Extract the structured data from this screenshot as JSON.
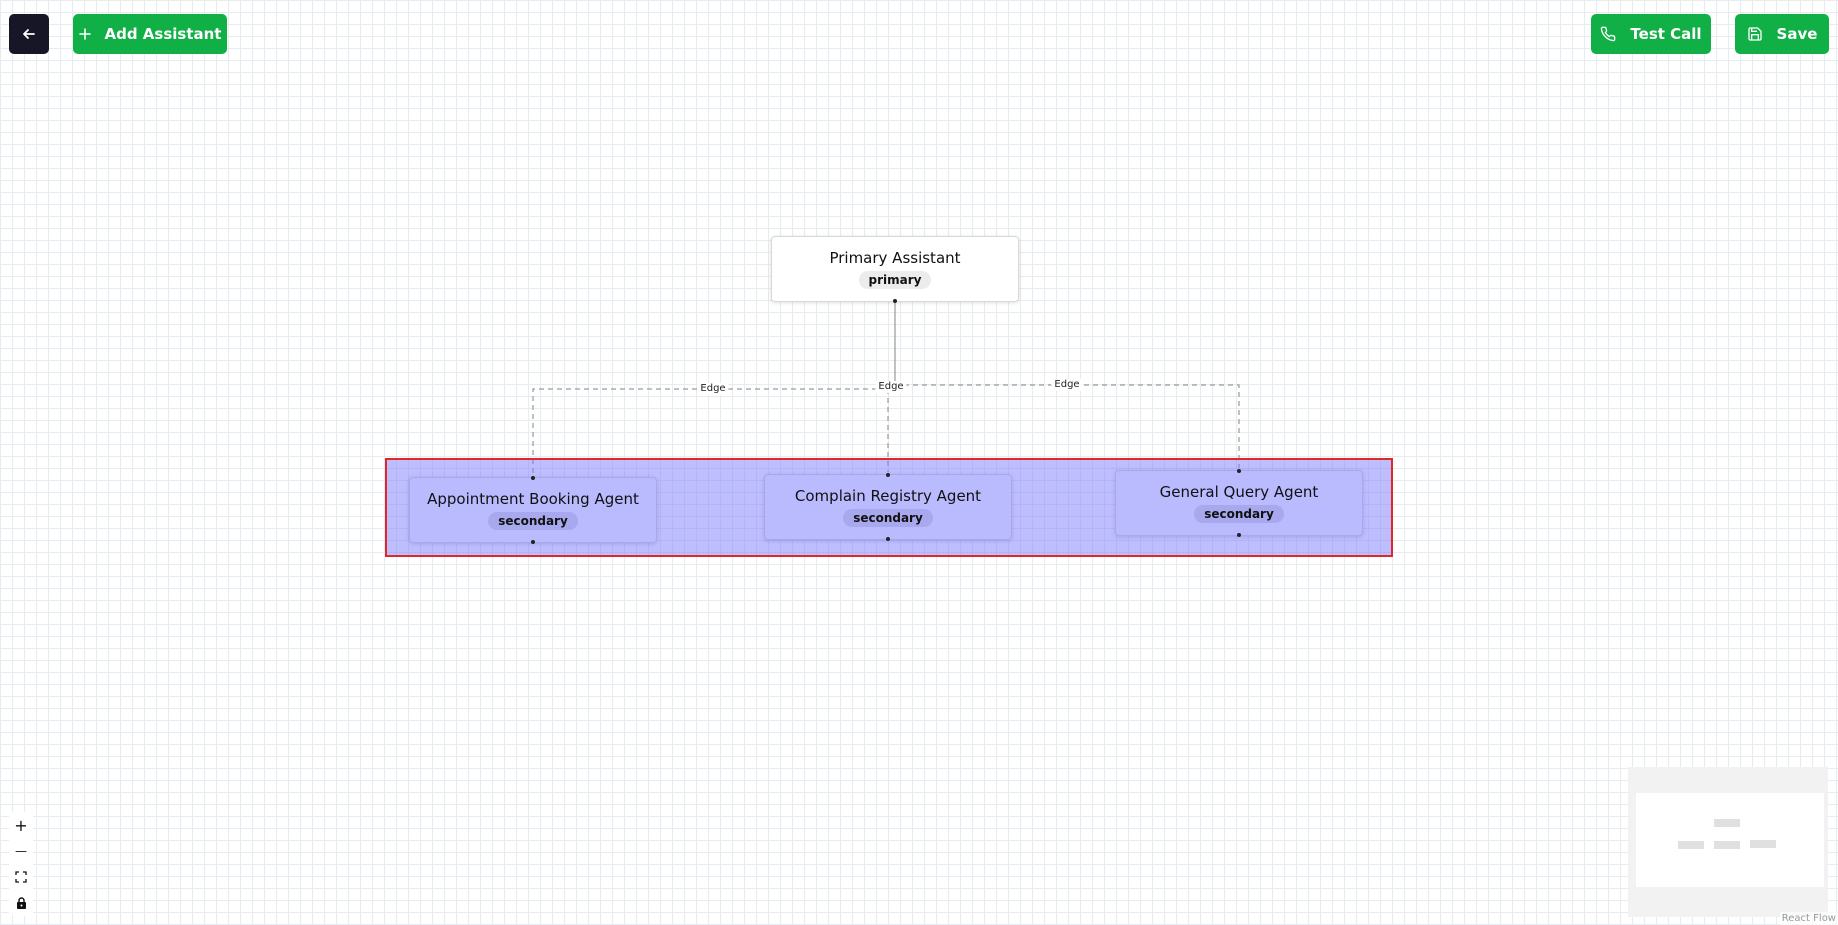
{
  "toolbar": {
    "back_icon": "arrow-left-icon",
    "add_assistant_label": "Add Assistant",
    "test_call_label": "Test Call",
    "save_label": "Save"
  },
  "colors": {
    "primary_green": "#10b046",
    "back_button": "#161627",
    "selection_border": "#e02828",
    "selected_node_fill": "#babaff"
  },
  "nodes": {
    "primary": {
      "title": "Primary Assistant",
      "type": "primary"
    },
    "appointment": {
      "title": "Appointment Booking Agent",
      "type": "secondary"
    },
    "complain": {
      "title": "Complain Registry Agent",
      "type": "secondary"
    },
    "general": {
      "title": "General Query Agent",
      "type": "secondary"
    }
  },
  "edges": [
    {
      "from": "Primary Assistant",
      "to": "Appointment Booking Agent",
      "label": "Edge"
    },
    {
      "from": "Primary Assistant",
      "to": "Complain Registry Agent",
      "label": "Edge"
    },
    {
      "from": "Primary Assistant",
      "to": "General Query Agent",
      "label": "Edge"
    }
  ],
  "controls": {
    "zoom_in": "+",
    "zoom_out": "—",
    "fit_view_icon": "fit-view-icon",
    "lock_icon": "lock-icon"
  },
  "attribution": "React Flow"
}
